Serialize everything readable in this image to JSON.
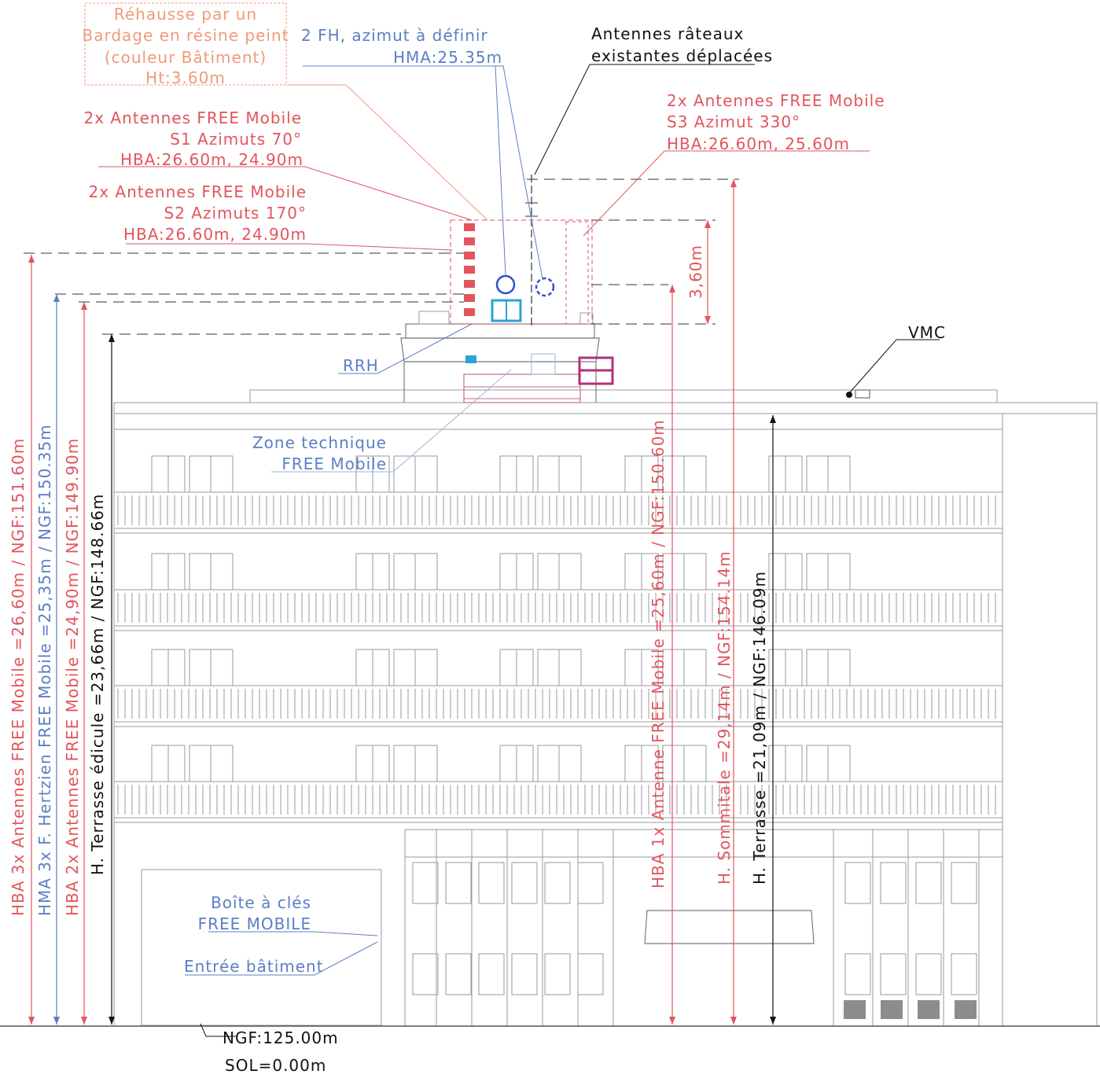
{
  "colors": {
    "free": "#e2555e",
    "fh": "#5b7fc4",
    "black": "#111111",
    "rehausse": "#ef9a7a",
    "magenta": "#b0307a",
    "cyan": "#2aa3d6"
  },
  "labels": {
    "rehausse": [
      "Réhausse par un",
      "Bardage en résine peint",
      "(couleur Bâtiment)",
      "Ht:3.60m"
    ],
    "fh": [
      "2 FH, azimut à définir",
      "HMA:25.35m"
    ],
    "rateaux": [
      "Antennes râteaux",
      "existantes déplacées"
    ],
    "s1": [
      "2x Antennes FREE Mobile",
      "S1 Azimuts 70°",
      "HBA:26.60m, 24.90m"
    ],
    "s2": [
      "2x Antennes FREE Mobile",
      "S2 Azimuts 170°",
      "HBA:26.60m, 24.90m"
    ],
    "s3": [
      "2x Antennes FREE Mobile",
      "S3 Azimut 330°",
      "HBA:26.60m, 25.60m"
    ],
    "dim_360": "3,60m",
    "vmc": "VMC",
    "rrh": "RRH",
    "zone_technique": [
      "Zone technique",
      "FREE Mobile"
    ],
    "boite_cles": [
      "Boîte à clés",
      "FREE MOBILE"
    ],
    "entree": "Entrée bâtiment",
    "ngf_sol": "NGF:125.00m",
    "sol": "SOL=0.00m"
  },
  "vertical_dims": [
    {
      "id": "hba-3x",
      "text": "HBA 3x Antennes FREE Mobile =26,60m / NGF:151.60m",
      "color": "free"
    },
    {
      "id": "hma-3x",
      "text": "HMA 3x F. Hertzien FREE Mobile =25,35m / NGF:150.35m",
      "color": "fh"
    },
    {
      "id": "hba-2x",
      "text": "HBA 2x Antennes FREE Mobile =24,90m / NGF:149.90m",
      "color": "free"
    },
    {
      "id": "terrasse-edicule",
      "text": "H. Terrasse édicule =23,66m / NGF:148.66m",
      "color": "black"
    },
    {
      "id": "hba-1x",
      "text": "HBA 1x Antenne FREE Mobile =25,60m / NGF:150.60m",
      "color": "free"
    },
    {
      "id": "sommitale",
      "text": "H. Sommitale =29,14m / NGF:154.14m",
      "color": "free"
    },
    {
      "id": "terrasse",
      "text": "H. Terrasse =21,09m / NGF:146.09m",
      "color": "black"
    }
  ]
}
